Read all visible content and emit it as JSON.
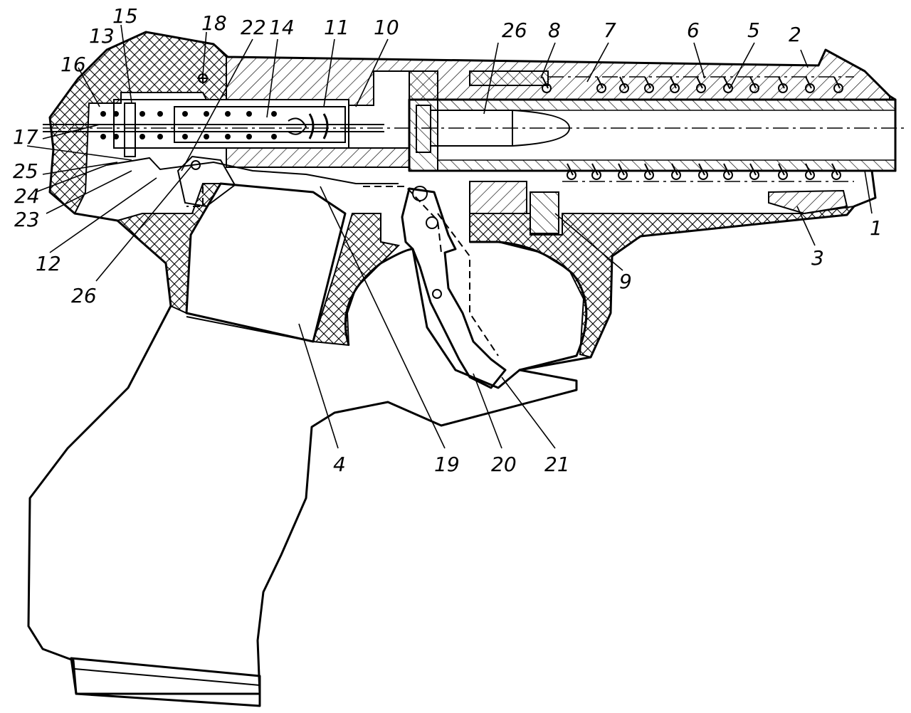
{
  "callouts": [
    {
      "id": "c1",
      "text": "1"
    },
    {
      "id": "c2",
      "text": "2"
    },
    {
      "id": "c3",
      "text": "3"
    },
    {
      "id": "c4",
      "text": "4"
    },
    {
      "id": "c5",
      "text": "5"
    },
    {
      "id": "c6",
      "text": "6"
    },
    {
      "id": "c7",
      "text": "7"
    },
    {
      "id": "c8",
      "text": "8"
    },
    {
      "id": "c9",
      "text": "9"
    },
    {
      "id": "c10",
      "text": "10"
    },
    {
      "id": "c11",
      "text": "11"
    },
    {
      "id": "c12",
      "text": "12"
    },
    {
      "id": "c13",
      "text": "13"
    },
    {
      "id": "c14",
      "text": "14"
    },
    {
      "id": "c15",
      "text": "15"
    },
    {
      "id": "c16",
      "text": "16"
    },
    {
      "id": "c17",
      "text": "17"
    },
    {
      "id": "c18",
      "text": "18"
    },
    {
      "id": "c19",
      "text": "19"
    },
    {
      "id": "c20",
      "text": "20"
    },
    {
      "id": "c21",
      "text": "21"
    },
    {
      "id": "c22",
      "text": "22"
    },
    {
      "id": "c23",
      "text": "23"
    },
    {
      "id": "c24",
      "text": "24"
    },
    {
      "id": "c25",
      "text": "25"
    },
    {
      "id": "c26a",
      "text": "26"
    },
    {
      "id": "c26b",
      "text": "26"
    }
  ]
}
